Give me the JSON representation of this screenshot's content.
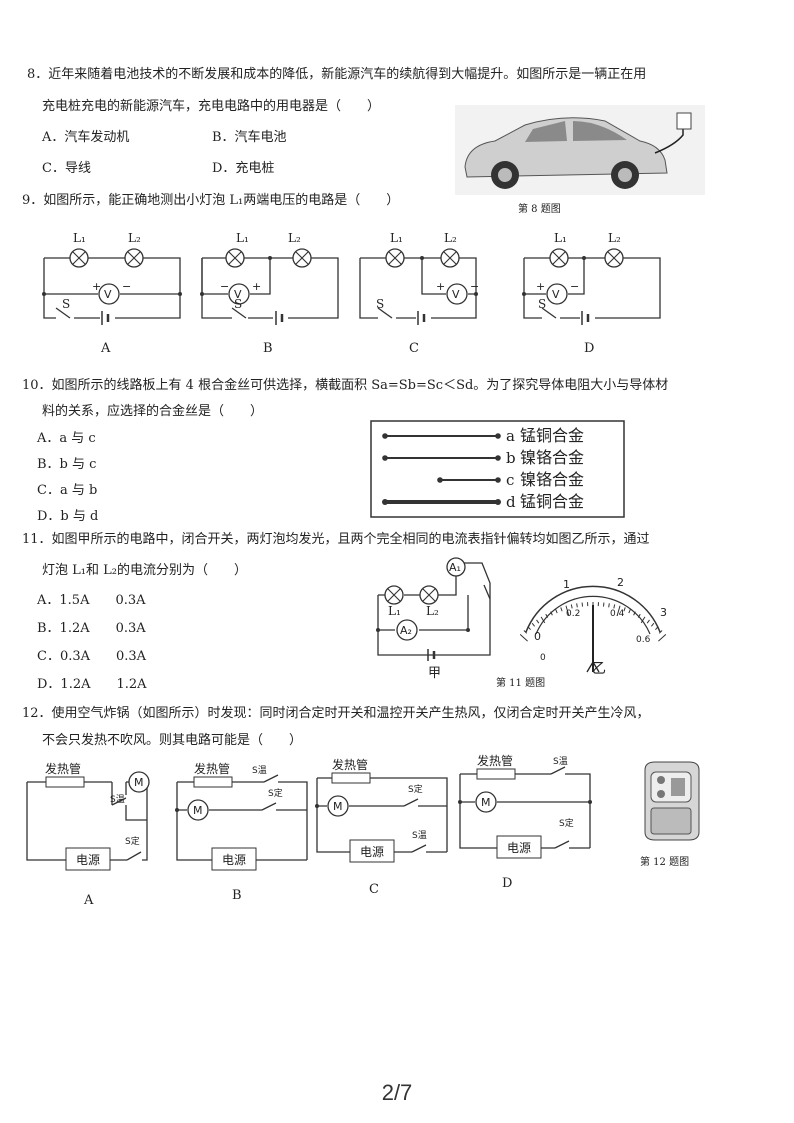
{
  "q8": {
    "stem1": "8．近年来随着电池技术的不断发展和成本的降低，新能源汽车的续航得到大幅提升。如图所示是一辆正在用",
    "stem2": "充电桩充电的新能源汽车，充电电路中的用电器是（　　）",
    "optA": "A．汽车发动机",
    "optB": "B．汽车电池",
    "optC": "C．导线",
    "optD": "D．充电桩",
    "caption": "第 8 题图"
  },
  "q9": {
    "stem": "9．如图所示，能正确地测出小灯泡 L₁两端电压的电路是（　　）",
    "labels": [
      "A",
      "B",
      "C",
      "D"
    ],
    "l1": "L₁",
    "l2": "L₂",
    "v": "V",
    "s": "S",
    "plus": "+",
    "minus": "−"
  },
  "q10": {
    "stem1": "10．如图所示的线路板上有 4 根合金丝可供选择，横截面积 Sa=Sb=Sc＜Sd。为了探究导体电阻大小与导体材",
    "stem2": "料的关系，应选择的合金丝是（　　）",
    "options": [
      "A．a 与 c",
      "B．b 与 c",
      "C．a 与 b",
      "D．b 与 d"
    ],
    "wires": [
      {
        "letter": "a",
        "name": "锰铜合金"
      },
      {
        "letter": "b",
        "name": "镍铬合金"
      },
      {
        "letter": "c",
        "name": "镍铬合金"
      },
      {
        "letter": "d",
        "name": "锰铜合金"
      }
    ]
  },
  "q11": {
    "stem1": "11．如图甲所示的电路中，闭合开关，两灯泡均发光，且两个完全相同的电流表指针偏转均如图乙所示，通过",
    "stem2": "灯泡 L₁和 L₂的电流分别为（　　）",
    "options": [
      "A．1.5A　　0.3A",
      "B．1.2A　　0.3A",
      "C．0.3A　　0.3A",
      "D．1.2A　　1.2A"
    ],
    "jia": "甲",
    "yi": "乙",
    "caption": "第 11 题图",
    "a1": "A₁",
    "a2": "A₂",
    "ticks_big": [
      "0",
      "1",
      "2",
      "3"
    ],
    "ticks_small": [
      "0",
      "0.2",
      "0.4",
      "0.6"
    ],
    "pointer_value": 1.5
  },
  "q12": {
    "stem1": "12．使用空气炸锅（如图所示）时发现：同时闭合定时开关和温控开关产生热风，仅闭合定时开关产生冷风，",
    "stem2": "不会只发热不吹风。则其电路可能是（　　）",
    "heater": "发热管",
    "motor": "M",
    "source": "电源",
    "s_wen": "S温",
    "s_ding": "S定",
    "labels": [
      "A",
      "B",
      "C",
      "D"
    ],
    "caption": "第 12 题图"
  },
  "page_number": "2/7"
}
